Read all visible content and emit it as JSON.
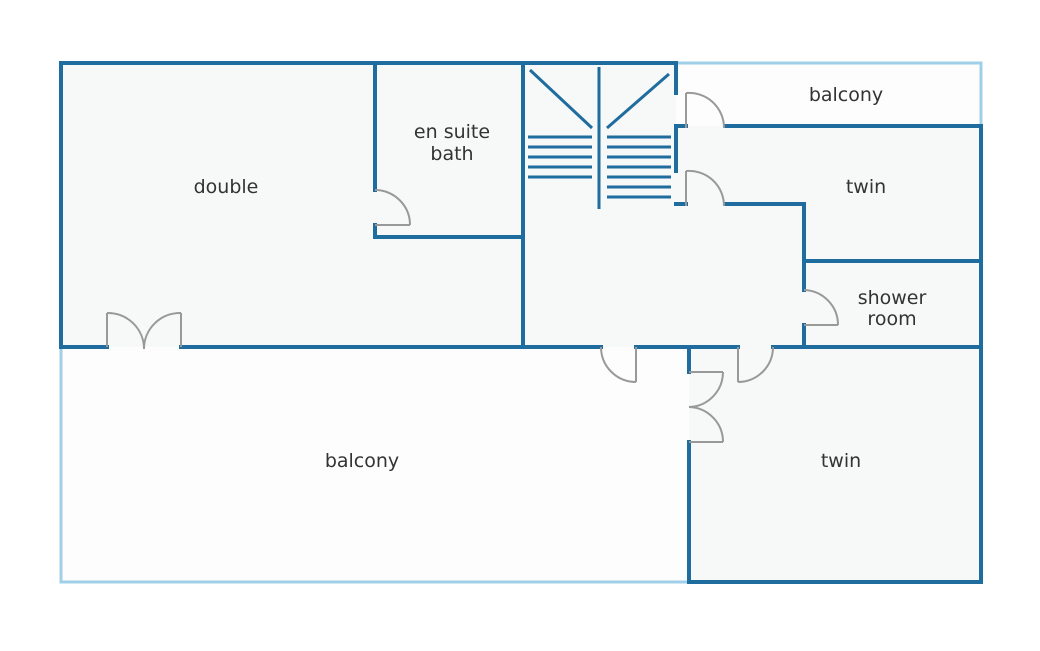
{
  "rooms": {
    "double": "double",
    "en_suite": [
      "en suite",
      "bath"
    ],
    "balcony_top": "balcony",
    "twin_upper": "twin",
    "shower": [
      "shower",
      "room"
    ],
    "balcony_bottom": "balcony",
    "twin_lower": "twin"
  },
  "colors": {
    "wall": "#1f6c9e",
    "outdoor_outline": "#9fd0e8",
    "floor": "#f7f8f8",
    "door": "#999999"
  }
}
